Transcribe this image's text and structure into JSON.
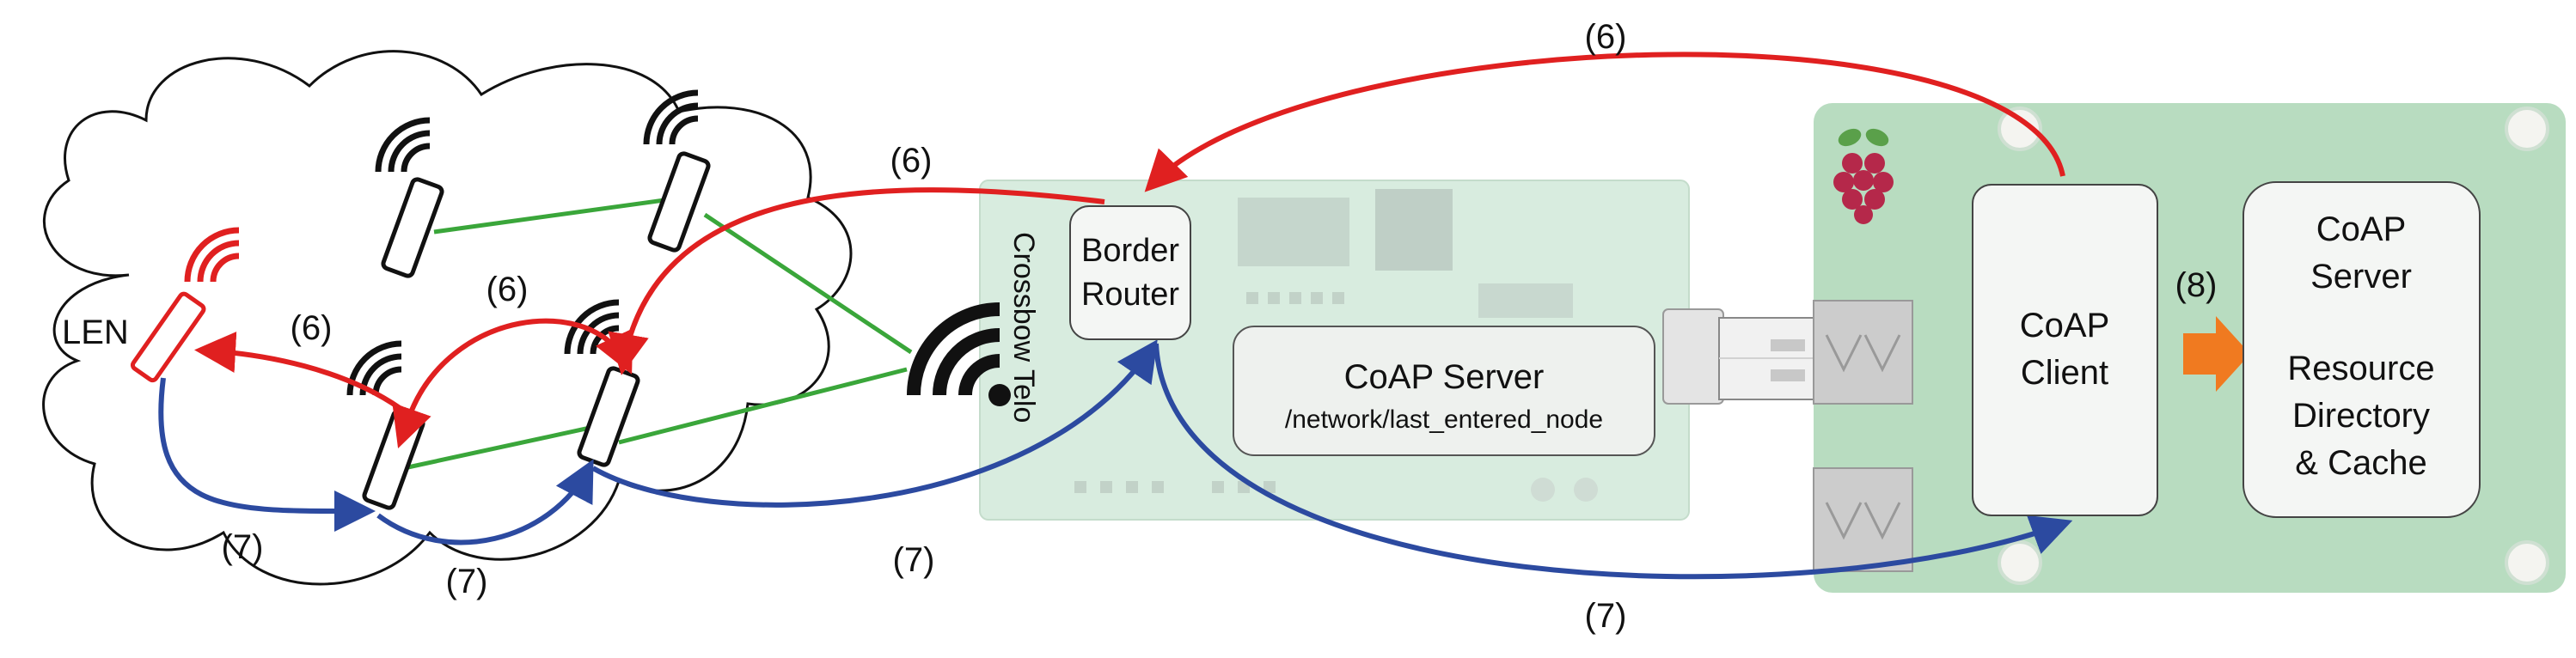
{
  "nodes": {
    "len_label": "LEN",
    "border_router": [
      "Border",
      "Router"
    ],
    "coap_server_border": {
      "title": "CoAP Server",
      "path": "/network/last_entered_node"
    },
    "coap_client": [
      "CoAP",
      "Client"
    ],
    "coap_server_pi": [
      "CoAP",
      "Server",
      "",
      "Resource",
      "Directory",
      "& Cache"
    ]
  },
  "steps": {
    "s6_top": "(6)",
    "s6_router": "(6)",
    "s6_len": "(6)",
    "s6_mesh": "(6)",
    "s7_left": "(7)",
    "s7_mesh": "(7)",
    "s7_router": "(7)",
    "s7_bottom": "(7)",
    "s8": "(8)"
  },
  "board_text": {
    "telos_brand": "Crossbow Telo"
  },
  "colors": {
    "request_arrow": "#e02020",
    "response_arrow": "#2c4aa0",
    "local_link": "#3aa63a",
    "handoff_arrow": "#f07a20",
    "len_node": "#e02020",
    "pi_board": "#b8dcc0",
    "telos_board": "#d8ecdf"
  },
  "icons": {
    "raspberry": "raspberry-pi-logo-icon",
    "wifi": "wireless-signal-icon",
    "usb": "usb-plug-icon"
  }
}
